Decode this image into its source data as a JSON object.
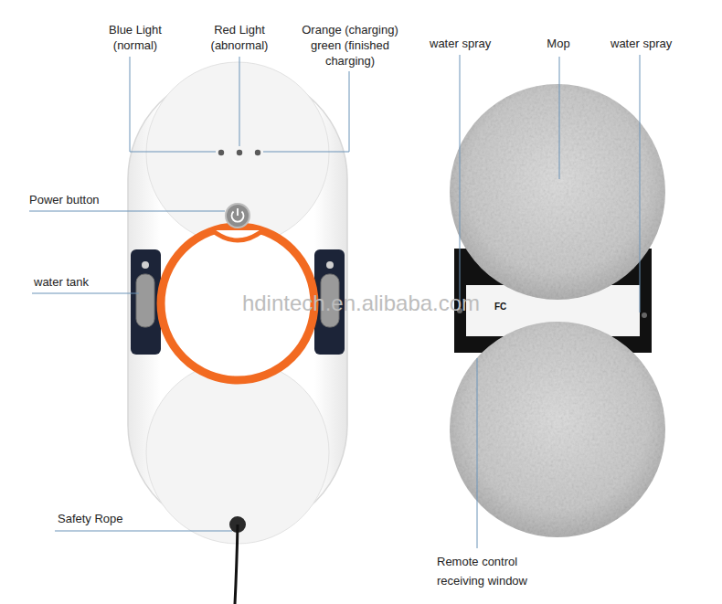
{
  "diagram": {
    "labels": [
      "Blue Light (normal)",
      "Red Light (abnormal)",
      "Orange (charging) green (finished charging)",
      "water spray",
      "Mop",
      "water spray",
      "Power button",
      "water tank",
      "hdintech.en.alibaba.com",
      "FC",
      "Safety Rope",
      "Remote control receiving window"
    ]
  }
}
